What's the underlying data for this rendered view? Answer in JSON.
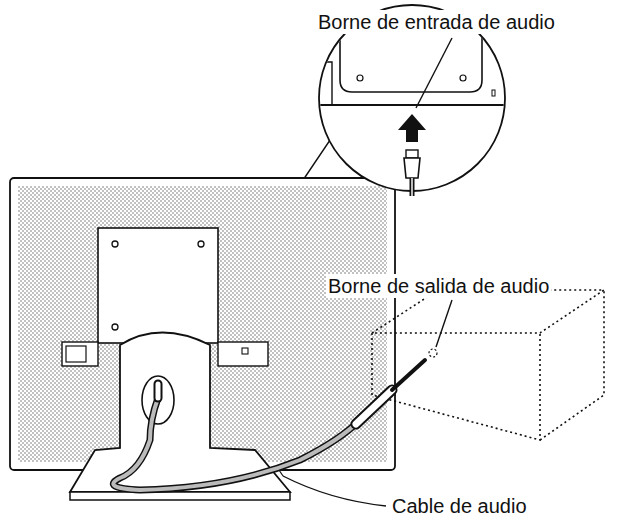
{
  "diagram": {
    "labels": [
      "Borne de entrada de audio",
      "Borne de salida de audio",
      "Cable de audio"
    ]
  }
}
